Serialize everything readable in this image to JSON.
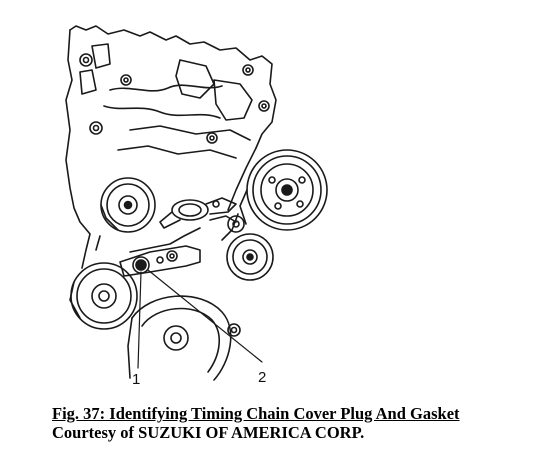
{
  "figure": {
    "callouts": [
      {
        "id": "1",
        "label": "1"
      },
      {
        "id": "2",
        "label": "2"
      }
    ]
  },
  "caption": {
    "title": "Fig. 37: Identifying Timing Chain Cover Plug And Gasket",
    "credit": "Courtesy of SUZUKI OF AMERICA CORP."
  }
}
